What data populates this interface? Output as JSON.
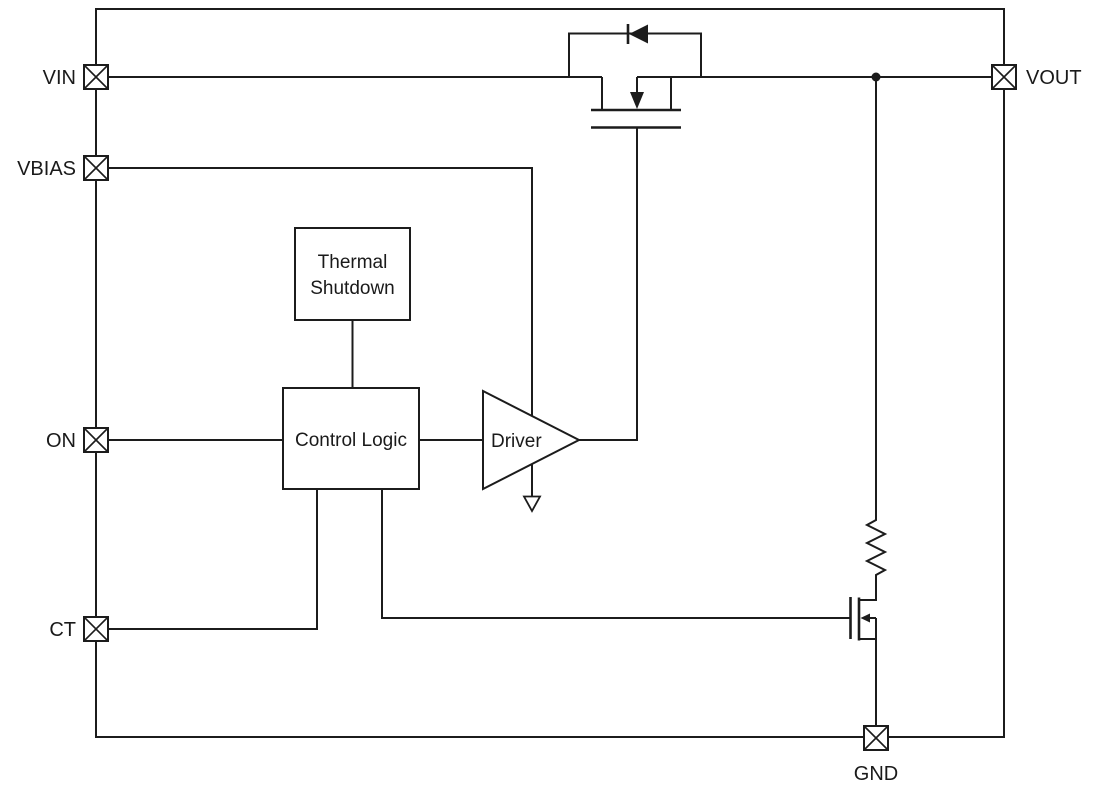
{
  "diagram": {
    "pins": {
      "vin": "VIN",
      "vbias": "VBIAS",
      "on": "ON",
      "ct": "CT",
      "vout": "VOUT",
      "gnd": "GND"
    },
    "blocks": {
      "thermal_shutdown": {
        "line1": "Thermal",
        "line2": "Shutdown"
      },
      "control_logic": {
        "label": "Control Logic"
      },
      "driver": {
        "label": "Driver"
      }
    },
    "symbols": {
      "pass_fet": "pmos-pass-transistor",
      "body_diode": "reverse-blocking-diode",
      "pulldown_fet": "output-discharge-nmos",
      "discharge_resistor": "output-discharge-resistor",
      "driver_ground": "ground-symbol",
      "pin_terminal": "x-box-terminal",
      "junction": "junction-dot"
    },
    "colors": {
      "line": "#1c1c1c",
      "text": "#1a1a1a",
      "background": "#ffffff"
    }
  }
}
